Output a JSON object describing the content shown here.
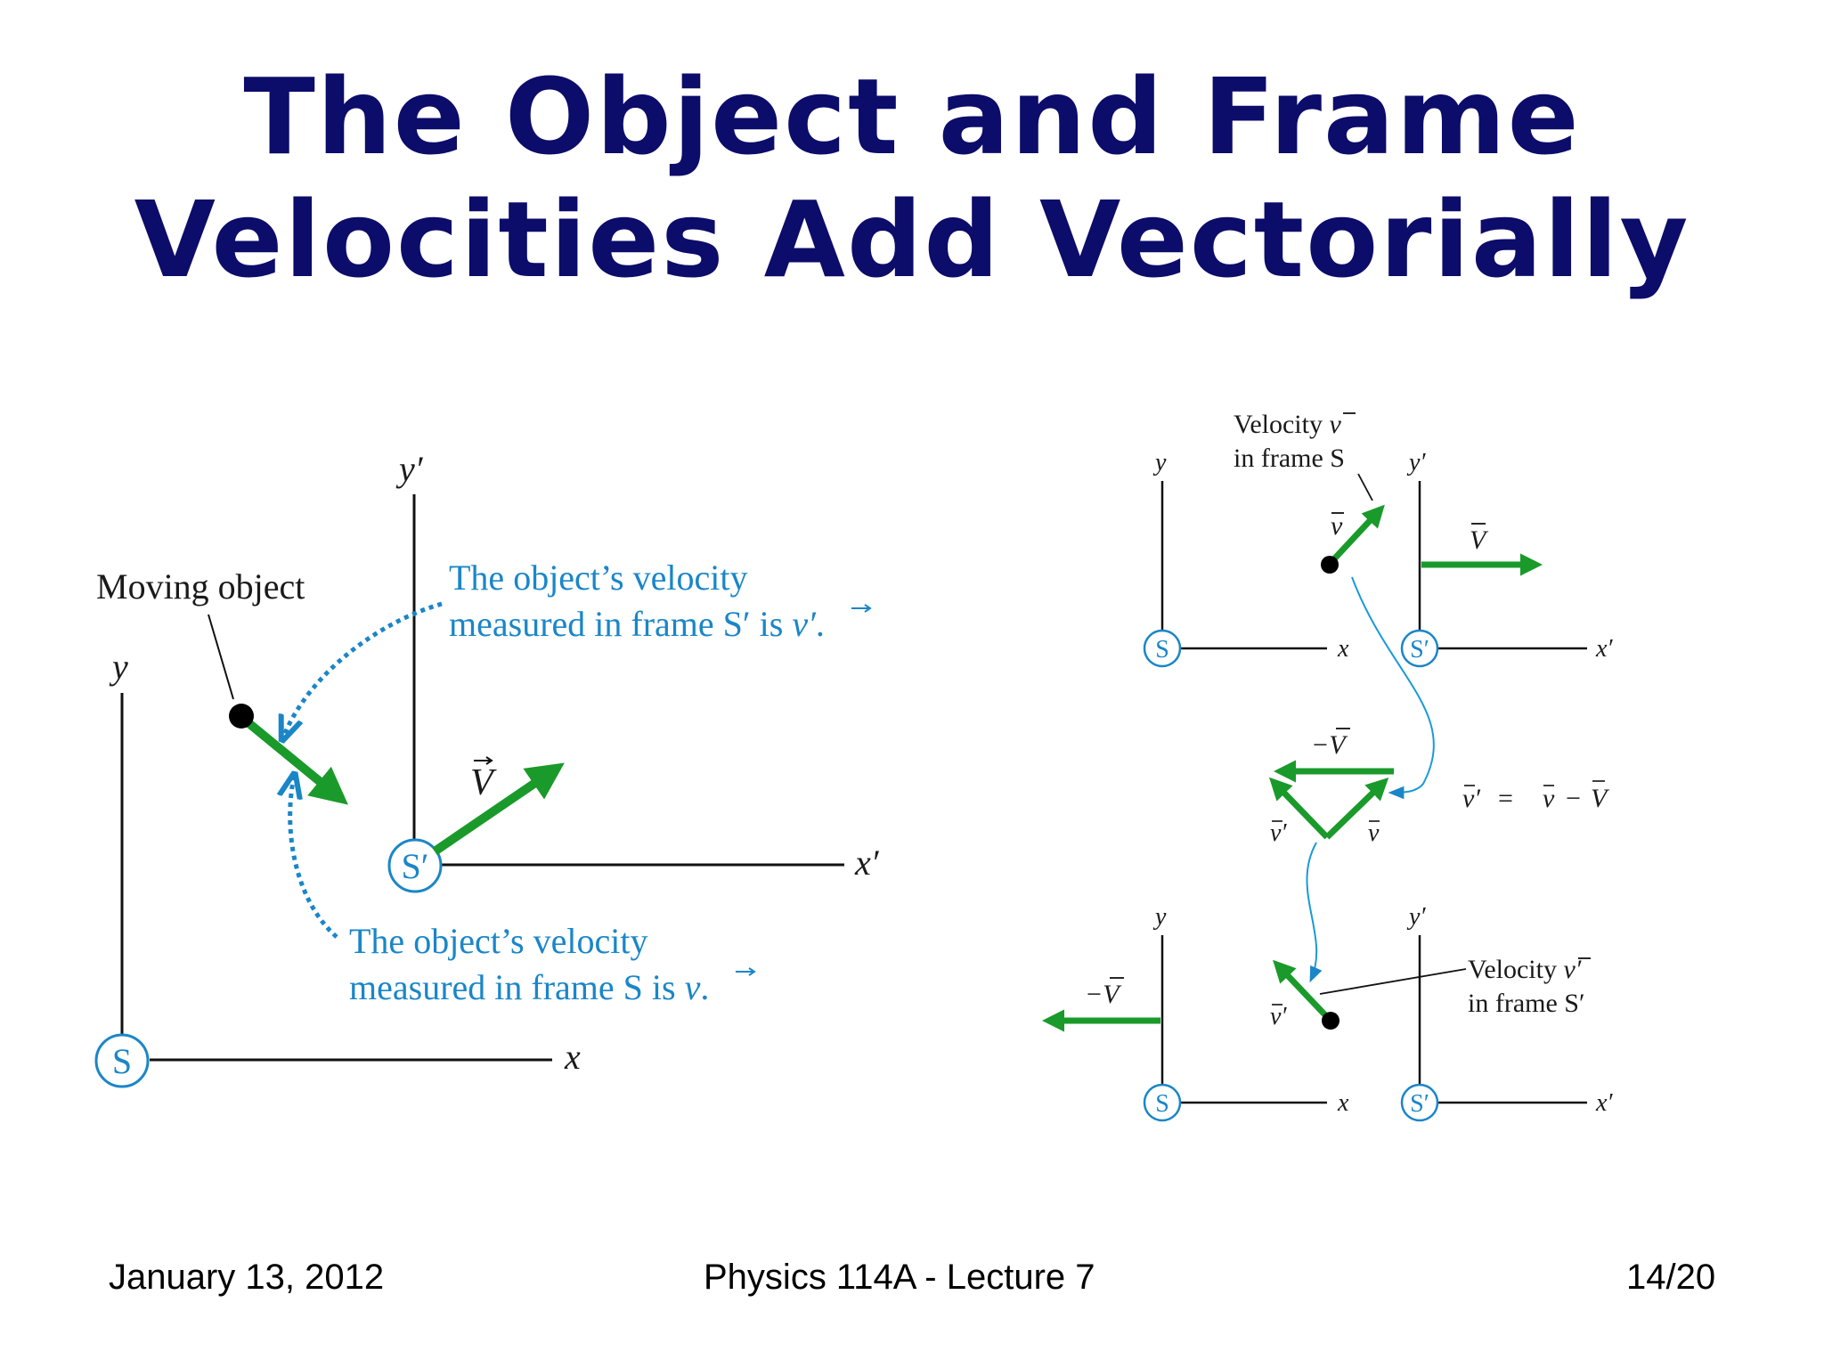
{
  "title": {
    "line1": "The Object and Frame",
    "line2": "Velocities Add Vectorially"
  },
  "left_figure": {
    "moving_object_label": "Moving object",
    "axis_y": "y",
    "axis_x": "x",
    "axis_y_prime": "y′",
    "axis_x_prime": "x′",
    "frame_S": "S",
    "frame_S_prime": "S′",
    "frame_velocity_label": "V",
    "callout_prime_line1": "The object’s velocity",
    "callout_prime_line2_text": "measured in frame S′ is ",
    "callout_prime_line2_symbol": "v′",
    "callout_prime_line2_end": ".",
    "callout_s_line1": "The object’s velocity",
    "callout_s_line2_text": "measured in frame S is ",
    "callout_s_line2_symbol": "v",
    "callout_s_line2_end": ".",
    "colors": {
      "arrow": "#1a9a2a",
      "callout": "#1a86c8",
      "axis": "#111111"
    }
  },
  "right_figure": {
    "top": {
      "velocity_label_line1": "Velocity ",
      "velocity_label_symbol": "v",
      "velocity_label_line2": "in frame S",
      "vector_v": "v",
      "vector_V": "V",
      "axis_y": "y",
      "axis_x": "x",
      "axis_y_prime": "y′",
      "axis_x_prime": "x′",
      "frame_S": "S",
      "frame_S_prime": "S′"
    },
    "middle": {
      "minus_V": "−V",
      "v_prime": "v′",
      "v": "v",
      "equation_lhs": "v′",
      "equation_eq": "=",
      "equation_v": "v",
      "equation_minus": "−",
      "equation_V": "V"
    },
    "bottom": {
      "minus_V": "−V",
      "v_prime": "v′",
      "velocity_label_line1": "Velocity ",
      "velocity_label_symbol": "v′",
      "velocity_label_line2": "in frame S′",
      "axis_y": "y",
      "axis_x": "x",
      "axis_y_prime": "y′",
      "axis_x_prime": "x′",
      "frame_S": "S",
      "frame_S_prime": "S′"
    }
  },
  "footer": {
    "date": "January 13, 2012",
    "course": "Physics 114A  -  Lecture 7",
    "page": "14/20"
  }
}
